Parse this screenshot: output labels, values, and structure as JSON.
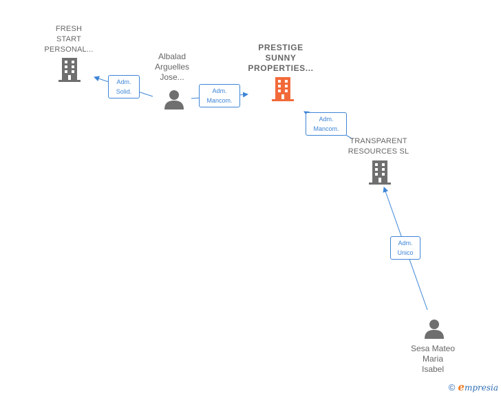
{
  "nodes": {
    "fresh_start": {
      "label": "FRESH\nSTART\nPERSONAL..."
    },
    "prestige": {
      "label": "PRESTIGE\nSUNNY\nPROPERTIES..."
    },
    "transparent": {
      "label": "TRANSPARENT\nRESOURCES SL"
    },
    "albalad": {
      "label": "Albalad\nArguelles\nJose..."
    },
    "sesa": {
      "label": "Sesa Mateo\nMaria\nIsabel"
    }
  },
  "edges": {
    "albalad_fresh": {
      "line1": "Adm.",
      "line2": "Solid."
    },
    "albalad_prestige": {
      "line1": "Adm.",
      "line2": "Mancom."
    },
    "transparent_prestige": {
      "line1": "Adm.",
      "line2": "Mancom."
    },
    "sesa_transparent": {
      "line1": "Adm.",
      "line2": "Unico"
    }
  },
  "colors": {
    "building_default": "#6f6f6f",
    "building_main": "#f26a3a",
    "person": "#6f6f6f",
    "edge": "#3d84d6"
  },
  "footer": {
    "copyright": "©",
    "brand_initial": "e",
    "brand_rest": "mpresia"
  }
}
